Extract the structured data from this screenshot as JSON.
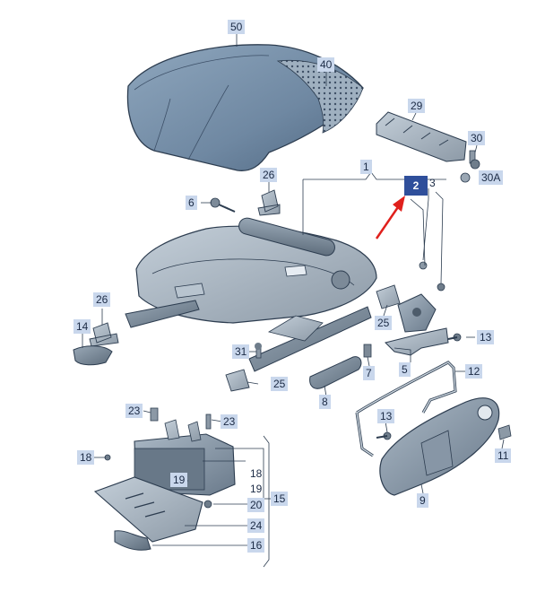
{
  "diagram": {
    "highlight_color": "#2f4f9b",
    "label_color": "#c9d7ec",
    "arrow_color": "#e0201c",
    "labels": [
      {
        "id": "50",
        "text": "50"
      },
      {
        "id": "40",
        "text": "40"
      },
      {
        "id": "29",
        "text": "29"
      },
      {
        "id": "30",
        "text": "30"
      },
      {
        "id": "30A",
        "text": "30A"
      },
      {
        "id": "26a",
        "text": "26"
      },
      {
        "id": "1",
        "text": "1"
      },
      {
        "id": "2",
        "text": "2"
      },
      {
        "id": "3",
        "text": "3"
      },
      {
        "id": "6",
        "text": "6"
      },
      {
        "id": "26b",
        "text": "26"
      },
      {
        "id": "14",
        "text": "14"
      },
      {
        "id": "25a",
        "text": "25"
      },
      {
        "id": "13a",
        "text": "13"
      },
      {
        "id": "31",
        "text": "31"
      },
      {
        "id": "7",
        "text": "7"
      },
      {
        "id": "5",
        "text": "5"
      },
      {
        "id": "12",
        "text": "12"
      },
      {
        "id": "25b",
        "text": "25"
      },
      {
        "id": "8",
        "text": "8"
      },
      {
        "id": "23a",
        "text": "23"
      },
      {
        "id": "23b",
        "text": "23"
      },
      {
        "id": "13b",
        "text": "13"
      },
      {
        "id": "18a",
        "text": "18"
      },
      {
        "id": "19a",
        "text": "19"
      },
      {
        "id": "18b",
        "text": "18"
      },
      {
        "id": "19b",
        "text": "19"
      },
      {
        "id": "15",
        "text": "15"
      },
      {
        "id": "11",
        "text": "11"
      },
      {
        "id": "20",
        "text": "20"
      },
      {
        "id": "9",
        "text": "9"
      },
      {
        "id": "24",
        "text": "24"
      },
      {
        "id": "16",
        "text": "16"
      }
    ]
  }
}
